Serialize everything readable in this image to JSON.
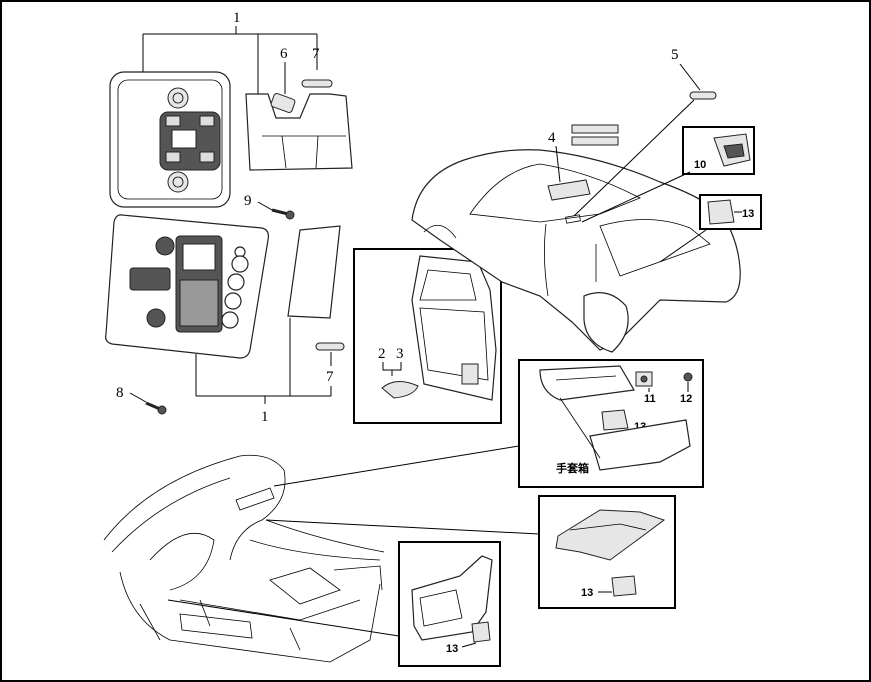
{
  "diagram": {
    "callouts": {
      "top_light_group": "1",
      "bulb": "6",
      "tube_bulb_top": "7",
      "screw_upper": "9",
      "bottom_light_group": "1",
      "tube_bulb_bottom": "7",
      "screw_lower": "8",
      "door_part_a": "2",
      "door_part_b": "3",
      "roof_plates": "4",
      "roof_tube": "5",
      "trunk_lamp": "10",
      "clip_trunk": "13",
      "glovebox_switch": "11",
      "glovebox_screw": "12",
      "clip_glovebox": "13",
      "glovebox_label": "手套箱",
      "clip_footwell": "13",
      "clip_panel": "13"
    }
  }
}
